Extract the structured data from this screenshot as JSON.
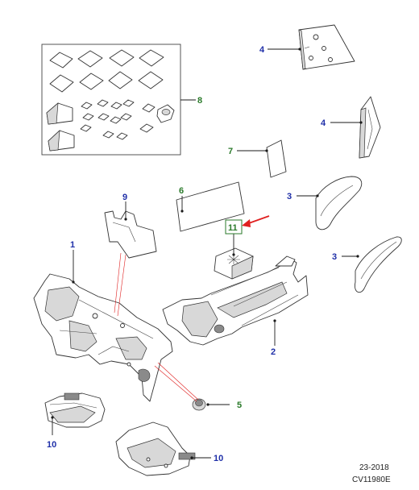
{
  "colors": {
    "callout_blue": "#1f2fa8",
    "callout_green": "#2a7a2a",
    "arrow_red": "#e02020",
    "line_dark": "#1a1a1a",
    "part_stroke": "#333333"
  },
  "callouts": {
    "c1": "1",
    "c2": "2",
    "c3a": "3",
    "c3b": "3",
    "c4a": "4",
    "c4b": "4",
    "c5": "5",
    "c6": "6",
    "c7": "7",
    "c8": "8",
    "c9": "9",
    "c10a": "10",
    "c10b": "10",
    "c11": "11"
  },
  "footer": {
    "date": "23-2018",
    "code": "CV11980E"
  }
}
